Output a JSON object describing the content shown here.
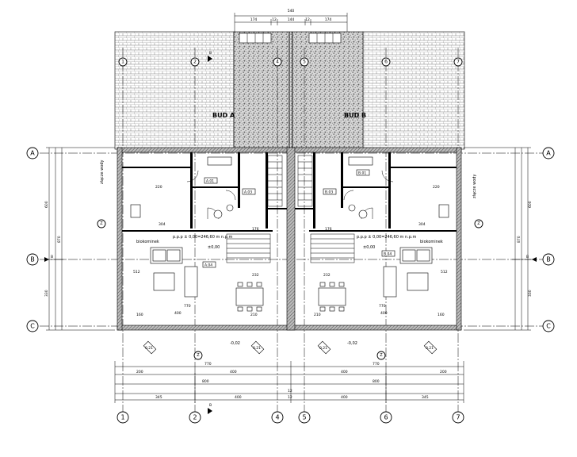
{
  "plan": {
    "building_a": "BUD A",
    "building_b": "BUD B",
    "level_a": "p.p.p ± 0,00=246,60 m n.p.m",
    "level_b": "p.p.p ± 0,00=246,60 m n.p.m",
    "level_zero_left": "±0,00",
    "level_zero_right": "±0,00",
    "level_minus_left": "-0,02",
    "level_minus_right": "-0,02",
    "water_meter_left": "złącze wody",
    "water_meter_right": "złącze wody",
    "fireplace_left": "biokominek",
    "fireplace_right": "biokominek",
    "room_a04": "A.04",
    "room_b04": "B.04",
    "room_a01": "A.01",
    "room_b01": "B.01",
    "room_a03": "A.03",
    "room_b03": "B.03",
    "section_labels": [
      "B",
      "B",
      "B",
      "B"
    ],
    "row_axes": [
      "A",
      "B",
      "C"
    ],
    "col_axes": [
      "1",
      "2",
      "4",
      "5",
      "6",
      "7"
    ],
    "top_dims": {
      "total": "540",
      "parts": [
        "174",
        "12",
        "144",
        "12",
        "174"
      ]
    },
    "bottom_dims": {
      "row1": [
        "770",
        "770"
      ],
      "row2": [
        "200",
        "400",
        "400",
        "200"
      ],
      "row3": [
        "800",
        "800"
      ],
      "row4": [
        "345",
        "400",
        "12",
        "400",
        "345"
      ],
      "center": "12"
    },
    "interior_dims": [
      "770",
      "770",
      "400",
      "400",
      "232",
      "232",
      "210",
      "210",
      "160",
      "160"
    ],
    "side_dims_left": [
      "600",
      "330",
      "870"
    ],
    "side_dims_right": [
      "600",
      "330",
      "870"
    ],
    "room_numbers": [
      "220",
      "220",
      "304",
      "304",
      "512",
      "512",
      "176",
      "176"
    ],
    "terrace_tags_left": [
      "0.21",
      "0.21"
    ],
    "terrace_tags_right": [
      "0.21",
      "0.21"
    ],
    "windows": [
      "Z",
      "Z",
      "Z",
      "Z"
    ]
  },
  "colors": {
    "ink": "#000000",
    "paper": "#ffffff",
    "roof_hatch": "#888888"
  }
}
